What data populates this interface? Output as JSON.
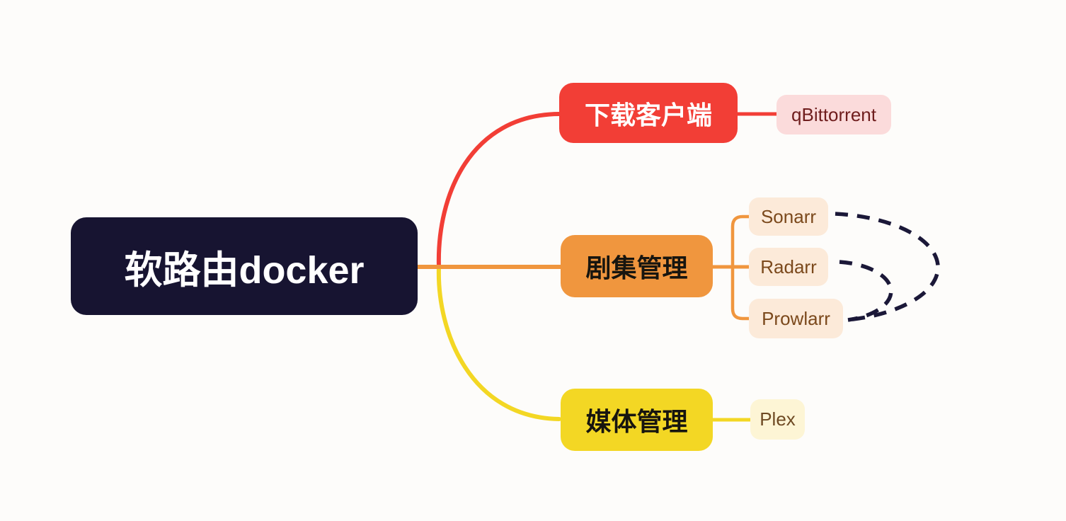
{
  "root": {
    "label": "软路由docker"
  },
  "branches": [
    {
      "label": "下载客户端",
      "color": "#f23e36",
      "children": [
        {
          "label": "qBittorrent"
        }
      ]
    },
    {
      "label": "剧集管理",
      "color": "#f0963e",
      "children": [
        {
          "label": "Sonarr"
        },
        {
          "label": "Radarr"
        },
        {
          "label": "Prowlarr"
        }
      ]
    },
    {
      "label": "媒体管理",
      "color": "#f3d724",
      "children": [
        {
          "label": "Plex"
        }
      ]
    }
  ],
  "colors": {
    "background": "#fdfcfa",
    "root_bg": "#171431",
    "root_text": "#ffffff",
    "branch_red": "#f23e36",
    "branch_orange": "#f0963e",
    "branch_yellow": "#f3d724",
    "leaf_pink_bg": "#fbdbdb",
    "leaf_pink_text": "#6f1d1d",
    "leaf_peach_bg": "#fcead9",
    "leaf_peach_text": "#7b491c",
    "leaf_cream_bg": "#fdf5d5",
    "leaf_cream_text": "#6e4a23",
    "dashed_link": "#1b1838"
  }
}
